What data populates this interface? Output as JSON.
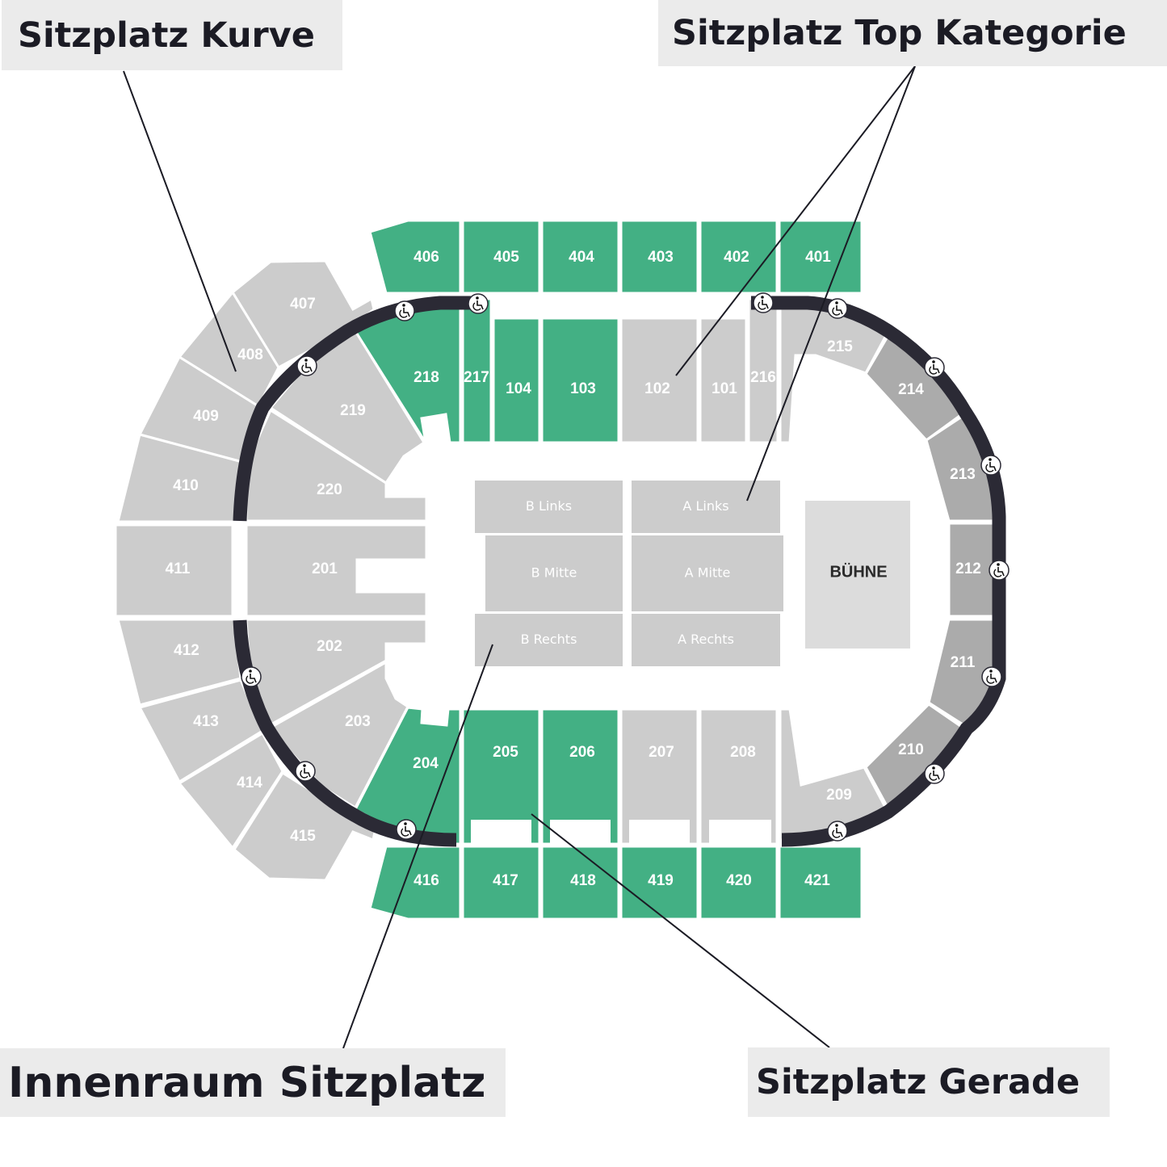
{
  "colors": {
    "green": "#43b084",
    "light": "#cccccc",
    "dark": "#ababab",
    "ring": "#2b2a35",
    "stage": "#dcdcdc",
    "callout_bg": "#ebebeb"
  },
  "callouts": {
    "kurve": "Sitzplatz Kurve",
    "top_kategorie": "Sitzplatz Top Kategorie",
    "innenraum": "Innenraum Sitzplatz",
    "gerade": "Sitzplatz Gerade"
  },
  "stage": {
    "label": "BÜHNE"
  },
  "floor": [
    {
      "id": "b-links",
      "label": "B Links"
    },
    {
      "id": "a-links",
      "label": "A Links"
    },
    {
      "id": "b-mitte",
      "label": "B Mitte"
    },
    {
      "id": "a-mitte",
      "label": "A Mitte"
    },
    {
      "id": "b-rechts",
      "label": "B Rechts"
    },
    {
      "id": "a-rechts",
      "label": "A Rechts"
    }
  ],
  "sections": [
    {
      "label": "401",
      "category": "green"
    },
    {
      "label": "402",
      "category": "green"
    },
    {
      "label": "403",
      "category": "green"
    },
    {
      "label": "404",
      "category": "green"
    },
    {
      "label": "405",
      "category": "green"
    },
    {
      "label": "406",
      "category": "green"
    },
    {
      "label": "407",
      "category": "light"
    },
    {
      "label": "408",
      "category": "light"
    },
    {
      "label": "409",
      "category": "light"
    },
    {
      "label": "410",
      "category": "light"
    },
    {
      "label": "411",
      "category": "light"
    },
    {
      "label": "412",
      "category": "light"
    },
    {
      "label": "413",
      "category": "light"
    },
    {
      "label": "414",
      "category": "light"
    },
    {
      "label": "415",
      "category": "light"
    },
    {
      "label": "416",
      "category": "green"
    },
    {
      "label": "417",
      "category": "green"
    },
    {
      "label": "418",
      "category": "green"
    },
    {
      "label": "419",
      "category": "green"
    },
    {
      "label": "420",
      "category": "green"
    },
    {
      "label": "421",
      "category": "green"
    },
    {
      "label": "218",
      "category": "green"
    },
    {
      "label": "217",
      "category": "green"
    },
    {
      "label": "104",
      "category": "green"
    },
    {
      "label": "103",
      "category": "green"
    },
    {
      "label": "102",
      "category": "light"
    },
    {
      "label": "101",
      "category": "light"
    },
    {
      "label": "216",
      "category": "light"
    },
    {
      "label": "215",
      "category": "light"
    },
    {
      "label": "214",
      "category": "dark"
    },
    {
      "label": "213",
      "category": "dark"
    },
    {
      "label": "212",
      "category": "dark"
    },
    {
      "label": "211",
      "category": "dark"
    },
    {
      "label": "210",
      "category": "dark"
    },
    {
      "label": "209",
      "category": "light"
    },
    {
      "label": "208",
      "category": "light"
    },
    {
      "label": "207",
      "category": "light"
    },
    {
      "label": "206",
      "category": "green"
    },
    {
      "label": "205",
      "category": "green"
    },
    {
      "label": "204",
      "category": "green"
    },
    {
      "label": "203",
      "category": "light"
    },
    {
      "label": "202",
      "category": "light"
    },
    {
      "label": "201",
      "category": "light"
    },
    {
      "label": "220",
      "category": "light"
    },
    {
      "label": "219",
      "category": "light"
    }
  ],
  "icons": {
    "accessible": "wheelchair-icon"
  }
}
